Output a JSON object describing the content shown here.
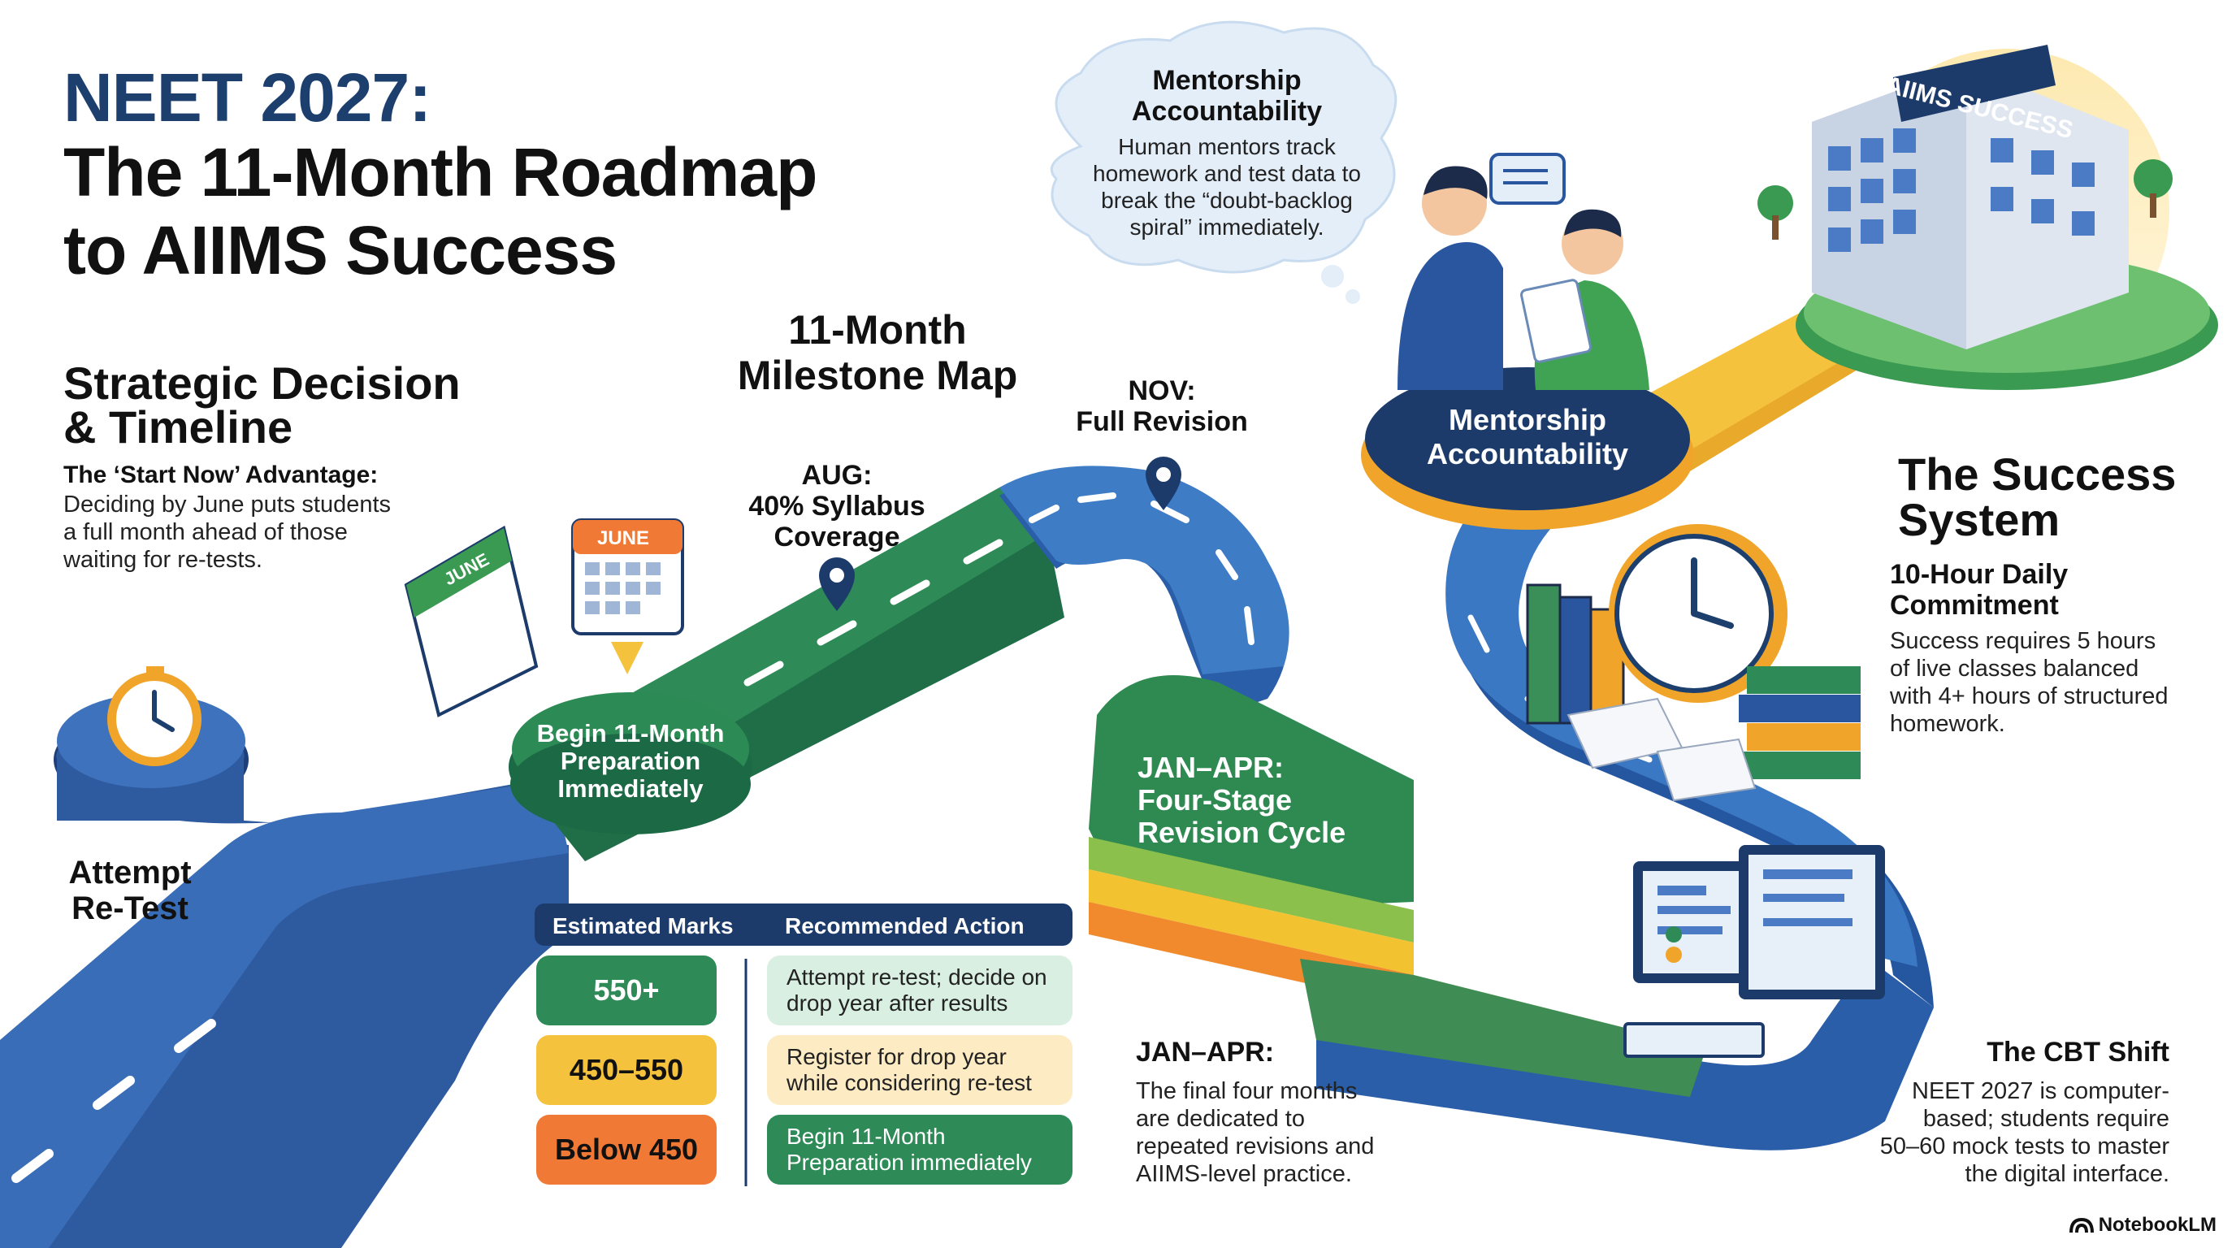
{
  "title": {
    "line1": "NEET 2027:",
    "line2": "The 11-Month Roadmap\nto AIIMS Success"
  },
  "strategic": {
    "heading_l1": "Strategic Decision",
    "heading_l2": "& Timeline",
    "subheading": "The ‘Start Now’ Advantage:",
    "body": [
      "Deciding by June puts students",
      "a full month ahead of those",
      "waiting for re-tests."
    ]
  },
  "calendar_label": "JUNE",
  "attempt": {
    "l1": "Attempt",
    "l2": "Re-Test"
  },
  "begin_node": [
    "Begin 11-Month",
    "Preparation",
    "Immediately"
  ],
  "milestone_heading": {
    "l1": "11-Month",
    "l2": "Milestone Map"
  },
  "aug": [
    "AUG:",
    "40% Syllabus",
    "Coverage"
  ],
  "nov": [
    "NOV:",
    "Full Revision"
  ],
  "janapr_road": [
    "JAN–APR:",
    "Four-Stage",
    "Revision Cycle"
  ],
  "janapr_note": {
    "heading": "JAN–APR:",
    "body": [
      "The final four months",
      "are dedicated to",
      "repeated revisions and",
      "AIIMS-level practice."
    ]
  },
  "mentorship_cloud": {
    "heading_l1": "Mentorship",
    "heading_l2": "Accountability",
    "body": [
      "Human mentors track",
      "homework and test data to",
      "break the “doubt-backlog",
      "spiral” immediately."
    ]
  },
  "mentorship_node": {
    "l1": "Mentorship",
    "l2": "Accountability"
  },
  "building_sign": "AIIMS SUCCESS",
  "success": {
    "heading_l1": "The Success",
    "heading_l2": "System",
    "sub_l1": "10-Hour Daily",
    "sub_l2": "Commitment",
    "body": [
      "Success requires 5 hours",
      "of live classes balanced",
      "with 4+ hours of structured",
      "homework."
    ]
  },
  "cbt": {
    "heading": "The CBT Shift",
    "body": [
      "NEET 2027 is computer-",
      "based; students require",
      "50–60 mock tests to master",
      "the digital interface."
    ]
  },
  "table": {
    "col1": "Estimated Marks",
    "col2": "Recommended Action",
    "rows": [
      {
        "marks": "550+",
        "action": "Attempt re-test; decide on drop year after results"
      },
      {
        "marks": "450–550",
        "action": "Register for drop year while considering re-test"
      },
      {
        "marks": "Below 450",
        "action": "Begin 11-Month Preparation immediately"
      }
    ]
  },
  "brand": "NotebookLM",
  "colors": {
    "navy": "#1d3f6e",
    "road_blue": "#2a5ea8",
    "road_green": "#2e8b57",
    "yellow": "#f5c23d",
    "orange": "#f07a35",
    "light_green": "#d8efe2",
    "cream": "#fdebc4"
  }
}
